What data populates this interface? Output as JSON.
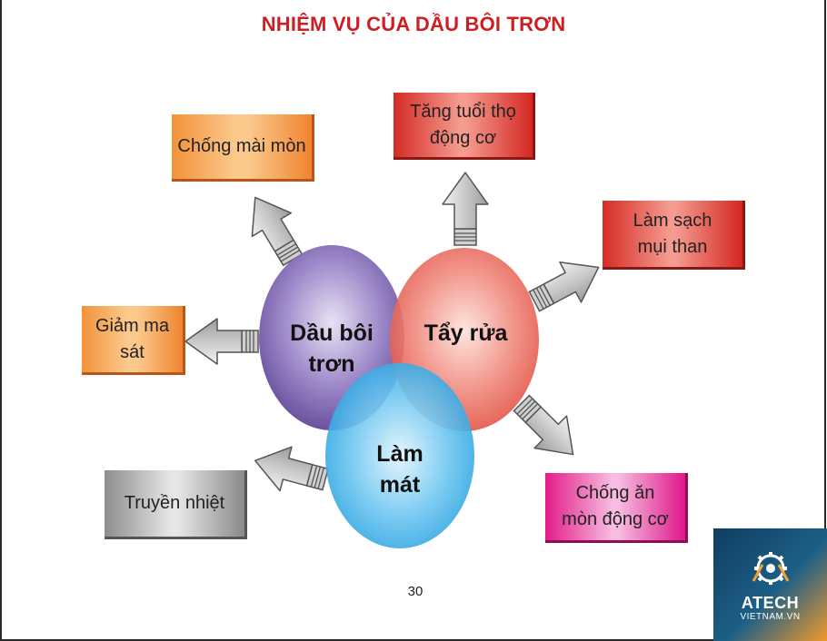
{
  "title": "NHIỆM VỤ CỦA DẦU BÔI TRƠN",
  "circles": {
    "lubricating_oil": "Dầu bôi\ntrơn",
    "cleaning": "Tẩy rửa",
    "cooling": "Làm\nmát"
  },
  "boxes": {
    "anti_wear": "Chống mài mòn",
    "engine_life": "Tăng tuổi thọ\nđộng cơ",
    "carbon_clean": "Làm sạch\nmụi than",
    "reduce_friction": "Giảm ma\nsát",
    "heat_transfer": "Truyền nhiệt",
    "anti_corrosion": "Chống ăn\nmòn động cơ"
  },
  "page_number": "30",
  "logo": {
    "name": "ATECH",
    "sub": "VIETNAM.VN"
  },
  "colors": {
    "title": "#cc1f24",
    "orange_box": "#f2923a",
    "red_box": "#d52b25",
    "pink_box": "#e21c8a",
    "gray_box": "#8d8d8d",
    "purple_circle": "#6a4fa3",
    "red_circle": "#e2574c",
    "blue_circle": "#2ea6df"
  }
}
